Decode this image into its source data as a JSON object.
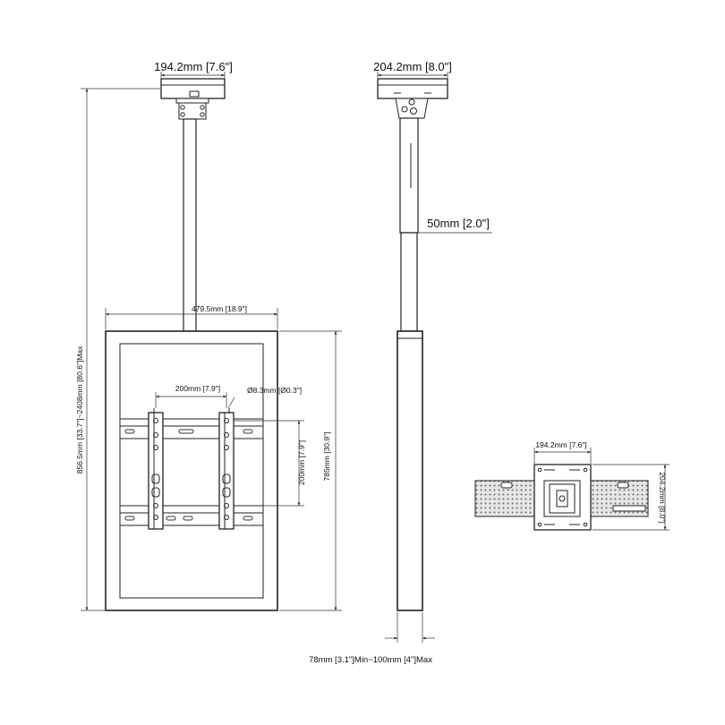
{
  "front_view": {
    "ceiling_plate_width": "194.2mm [7.6\"]",
    "frame_width": "479.5mm [18.9\"]",
    "vesa_horizontal": "200mm [7.9\"]",
    "hole_diameter": "Ø8.3mm [Ø0.3\"]",
    "vesa_vertical": "200mm [7.9\"]",
    "frame_height": "785mm [30.9\"]",
    "overall_height": "856.5mm [33.7\"]~2408mm [80.6\"]Max"
  },
  "side_view": {
    "ceiling_plate_depth": "204.2mm [8.0\"]",
    "pole_diameter": "50mm [2.0\"]",
    "wall_distance": "78mm [3.1\"]Min~100mm [4\"]Max"
  },
  "top_view": {
    "plate_width": "194.2mm [7.6\"]",
    "plate_depth": "204.2mm [8.0\"]"
  }
}
